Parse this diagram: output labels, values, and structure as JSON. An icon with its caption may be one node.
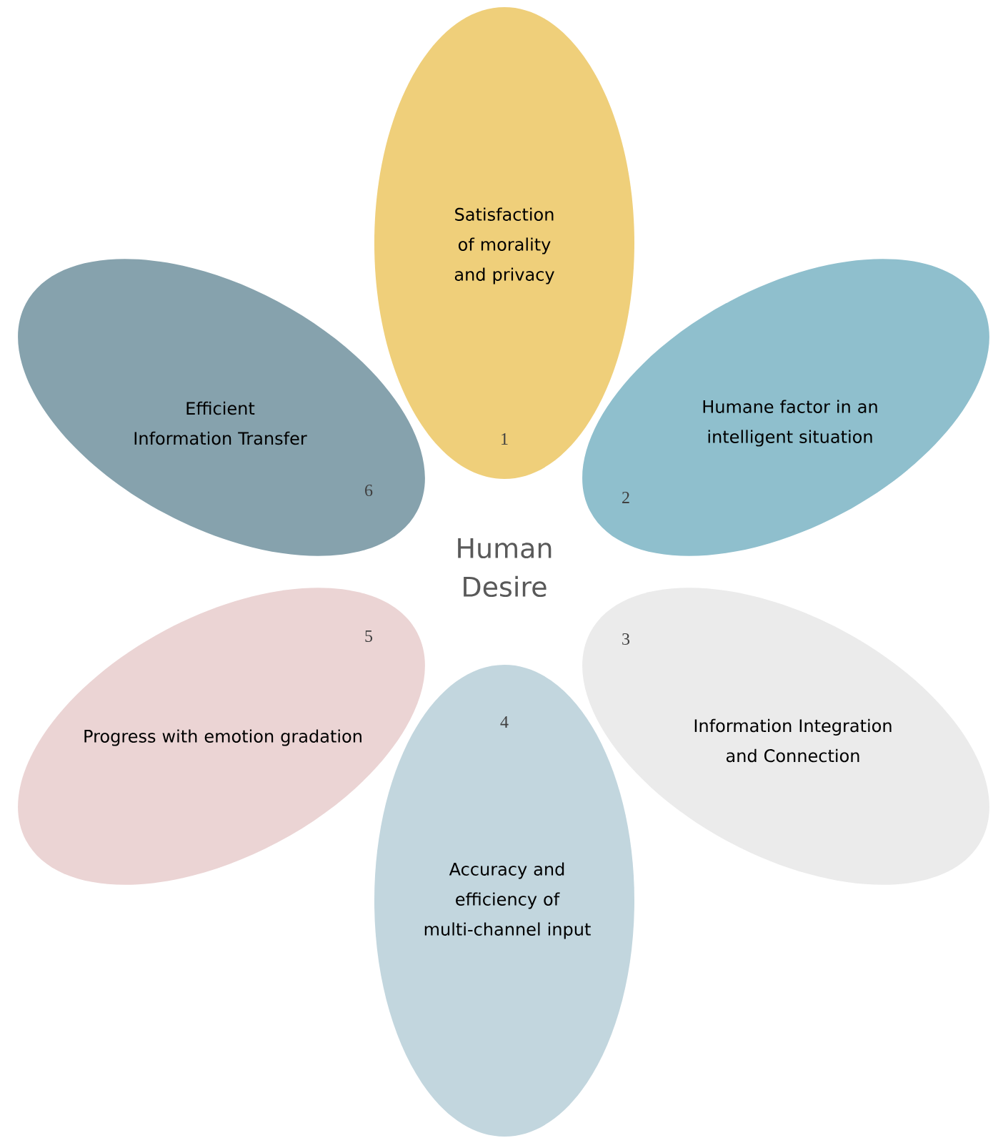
{
  "diagram": {
    "nodes": [
      {
        "text": [
          "Human Desire"
        ]
      },
      {
        "text": [
          "Satisfaction of morality and privacy",
          "1"
        ]
      },
      {
        "text": [
          "Humane factor in an intelligent situation",
          "2"
        ]
      },
      {
        "text": [
          "Information Integration and Connection",
          "3"
        ]
      },
      {
        "text": [
          "4",
          "Accuracy and efficiency of multi-channel input"
        ]
      },
      {
        "text": [
          "5",
          "Progress with emotion gradation"
        ]
      },
      {
        "text": [
          "Efficient Information Transfer",
          "6"
        ]
      }
    ]
  }
}
